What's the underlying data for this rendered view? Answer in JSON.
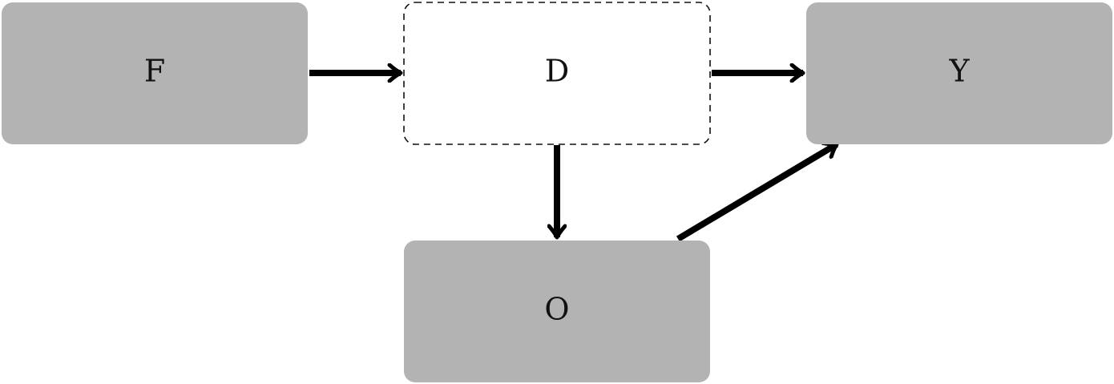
{
  "nodes": {
    "f": {
      "label": "F",
      "style": "filled"
    },
    "d": {
      "label": "D",
      "style": "dashed"
    },
    "y": {
      "label": "Y",
      "style": "filled"
    },
    "o": {
      "label": "O",
      "style": "filled"
    }
  },
  "edges": [
    {
      "from": "F",
      "to": "D"
    },
    {
      "from": "D",
      "to": "Y"
    },
    {
      "from": "D",
      "to": "O"
    },
    {
      "from": "O",
      "to": "Y"
    }
  ],
  "colors": {
    "node_fill": "#b3b3b3",
    "node_stroke_dashed": "#111111",
    "edge": "#000000",
    "text": "#111111",
    "background": "#ffffff"
  }
}
